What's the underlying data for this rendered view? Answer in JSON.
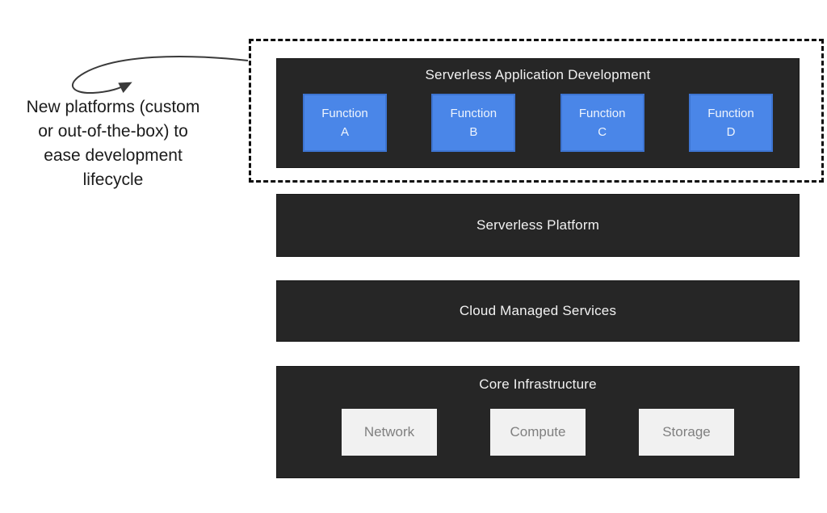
{
  "annotation": {
    "lines": [
      "New platforms (custom",
      "or out-of-the-box) to",
      "ease development",
      "lifecycle"
    ]
  },
  "layers": {
    "application": {
      "title": "Serverless Application Development",
      "functions": [
        {
          "line1": "Function",
          "line2": "A"
        },
        {
          "line1": "Function",
          "line2": "B"
        },
        {
          "line1": "Function",
          "line2": "C"
        },
        {
          "line1": "Function",
          "line2": "D"
        }
      ]
    },
    "platform": {
      "title": "Serverless Platform"
    },
    "managed_services": {
      "title": "Cloud Managed Services"
    },
    "infrastructure": {
      "title": "Core Infrastructure",
      "components": [
        {
          "label": "Network"
        },
        {
          "label": "Compute"
        },
        {
          "label": "Storage"
        }
      ]
    }
  },
  "colors": {
    "layer_background": "#262626",
    "function_background": "#4a86e8",
    "component_background": "#f1f1f1",
    "component_text": "#7f7f7f",
    "arrow_stroke": "#3a3a3a"
  }
}
